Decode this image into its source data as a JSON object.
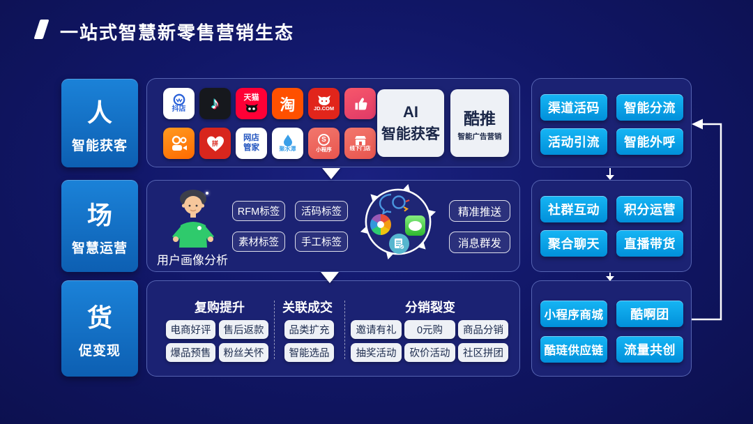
{
  "title": {
    "text": "一站式智慧新零售营销生态"
  },
  "colors": {
    "background": "#111768",
    "panel": "#1b2273",
    "left_box": "#1277cc",
    "feature_button": "#00a6ec",
    "white_card": "#eef1f6",
    "title_text": "#ffffff"
  },
  "left_column": {
    "items": [
      {
        "char": "人",
        "label": "智能获客"
      },
      {
        "char": "场",
        "label": "智慧运营"
      },
      {
        "char": "货",
        "label": "促变现"
      }
    ]
  },
  "acquisition": {
    "apps": [
      {
        "name": "doudian",
        "label": "抖店",
        "color": "#ffffff"
      },
      {
        "name": "douyin",
        "label": "♪",
        "color": "#16181d"
      },
      {
        "name": "tmall",
        "label": "天猫",
        "color": "#ff0036"
      },
      {
        "name": "taobao",
        "label": "淘",
        "color": "#ff5000"
      },
      {
        "name": "jd",
        "label": "JD.COM",
        "color": "#e1251b"
      },
      {
        "name": "like",
        "label": "",
        "color": "#f0465a"
      },
      {
        "name": "kuaishou",
        "label": "",
        "color": "#ff8000"
      },
      {
        "name": "pinduoduo",
        "label": "拼",
        "color": "#d8261d"
      },
      {
        "name": "wangdian-guanjia",
        "label": "网店管家",
        "color": "#ffffff"
      },
      {
        "name": "jushuitan",
        "label": "聚水潭",
        "color": "#ffffff"
      },
      {
        "name": "miniprogram",
        "label": "小程序",
        "color": "#ef655e"
      },
      {
        "name": "offline-store",
        "label": "线下门店",
        "color": "#ef655e"
      }
    ],
    "ai_card": {
      "line1": "AI",
      "line2": "智能获客"
    },
    "kutui_card": {
      "title": "酷推",
      "subtitle": "智能广告营销"
    }
  },
  "operation": {
    "avatar_label": "用户画像分析",
    "tags": [
      "RFM标签",
      "活码标签",
      "素材标签",
      "手工标签"
    ],
    "push_items": [
      "精准推送",
      "消息群发"
    ]
  },
  "monetization": {
    "groups": [
      {
        "title": "复购提升",
        "items": [
          "电商好评",
          "售后返款",
          "爆品预售",
          "粉丝关怀"
        ]
      },
      {
        "title": "关联成交",
        "items": [
          "品类扩充",
          "智能选品"
        ]
      },
      {
        "title": "分销裂变",
        "items": [
          "邀请有礼",
          "0元购",
          "商品分销",
          "抽奖活动",
          "砍价活动",
          "社区拼团"
        ]
      }
    ]
  },
  "right_column": {
    "panels": [
      {
        "buttons": [
          "渠道活码",
          "智能分流",
          "活动引流",
          "智能外呼"
        ]
      },
      {
        "buttons": [
          "社群互动",
          "积分运营",
          "聚合聊天",
          "直播带货"
        ]
      },
      {
        "buttons": [
          "小程序商城",
          "酷啊团",
          "酷琏供应链",
          "流量共创"
        ]
      }
    ]
  }
}
